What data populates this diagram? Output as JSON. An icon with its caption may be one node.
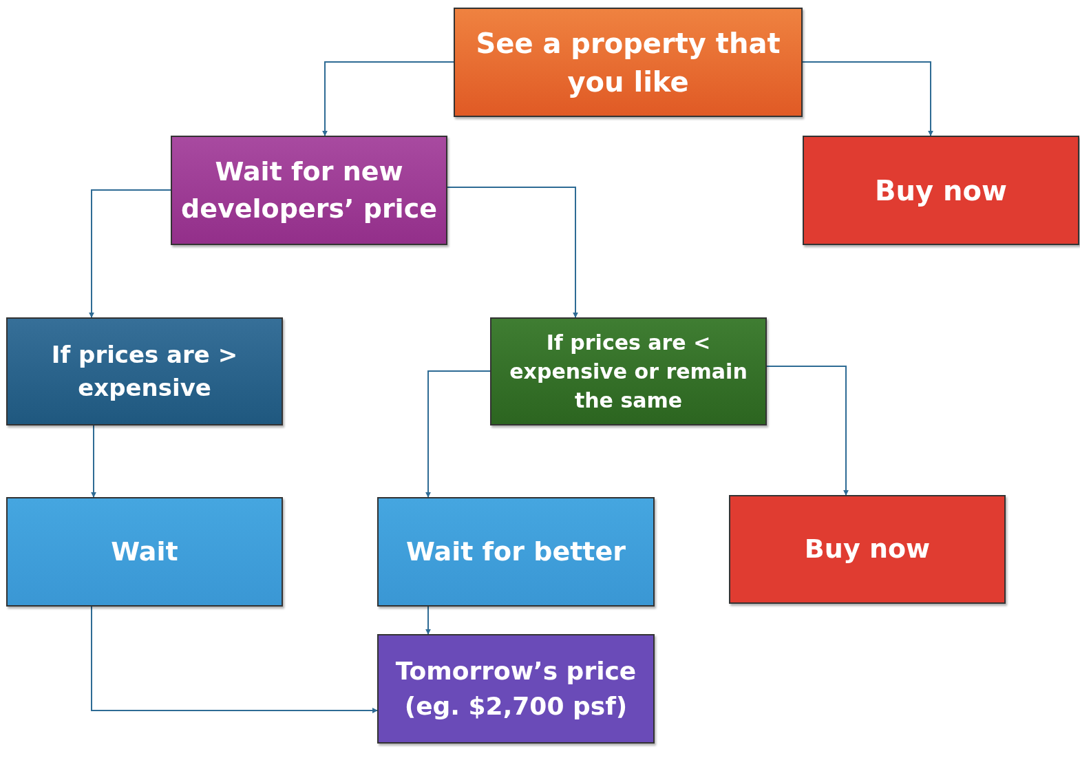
{
  "diagram": {
    "nodes": [
      {
        "text": [
          "See a property that you like"
        ]
      },
      {
        "text": [
          "Wait for new developers’ price"
        ]
      },
      {
        "text": [
          "Buy now"
        ]
      },
      {
        "text": [
          "If prices are > expensive"
        ]
      },
      {
        "text": [
          "If prices are < expensive or remain the same"
        ]
      },
      {
        "text": [
          "Wait"
        ]
      },
      {
        "text": [
          "Wait for better"
        ]
      },
      {
        "text": [
          "Buy now"
        ]
      },
      {
        "text": [
          "Tomorrow’s price (eg. $2,700 psf)"
        ]
      }
    ],
    "edges": [
      {
        "from": 0,
        "to": 1,
        "arrow": "to"
      },
      {
        "from": 0,
        "to": 2,
        "arrow": "to"
      },
      {
        "from": 1,
        "to": 3,
        "arrow": "to"
      },
      {
        "from": 1,
        "to": 4,
        "arrow": "to"
      },
      {
        "from": 3,
        "to": 5,
        "arrow": "to"
      },
      {
        "from": 4,
        "to": 6,
        "arrow": "to"
      },
      {
        "from": 4,
        "to": 7,
        "arrow": "to"
      },
      {
        "from": 6,
        "to": 8,
        "arrow": "to"
      },
      {
        "from": 5,
        "to": 8,
        "arrow": "to"
      }
    ]
  }
}
